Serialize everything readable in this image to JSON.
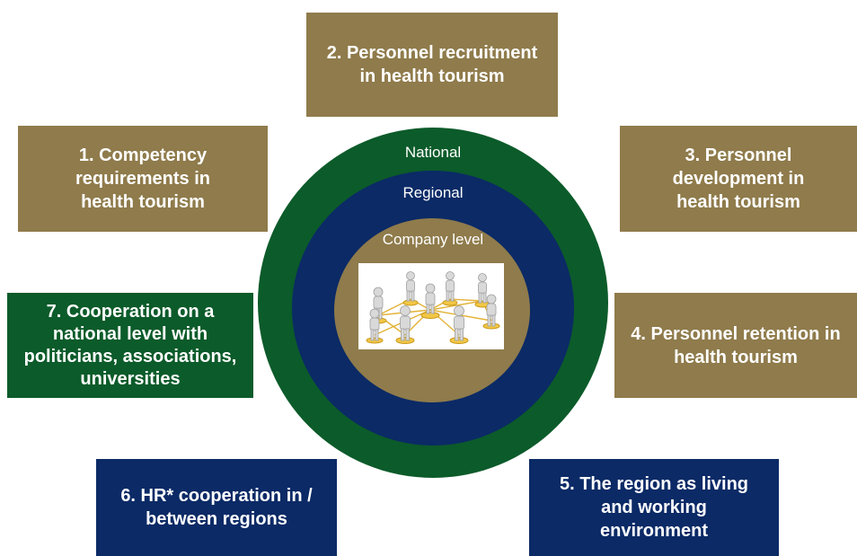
{
  "boxes": {
    "b1": "1.   Competency\n  requirements in\n  health tourism",
    "b2": "2. Personnel recruitment\nin health tourism",
    "b3": "3. Personnel\ndevelopment in\nhealth tourism",
    "b4": "4. Personnel retention in\nhealth tourism",
    "b5": "5. The region as living\nand working\nenvironment",
    "b6": "6. HR* cooperation in /\nbetween regions",
    "b7": "7. Cooperation on a\nnational level with\npoliticians, associations,\nuniversities"
  },
  "rings": {
    "national": "National",
    "regional": "Regional",
    "company": "Company level"
  },
  "colors": {
    "gold": "#8f7b4b",
    "green": "#0c5b2a",
    "navy": "#0b2a66"
  },
  "image": {
    "icon": "people-network-icon"
  }
}
